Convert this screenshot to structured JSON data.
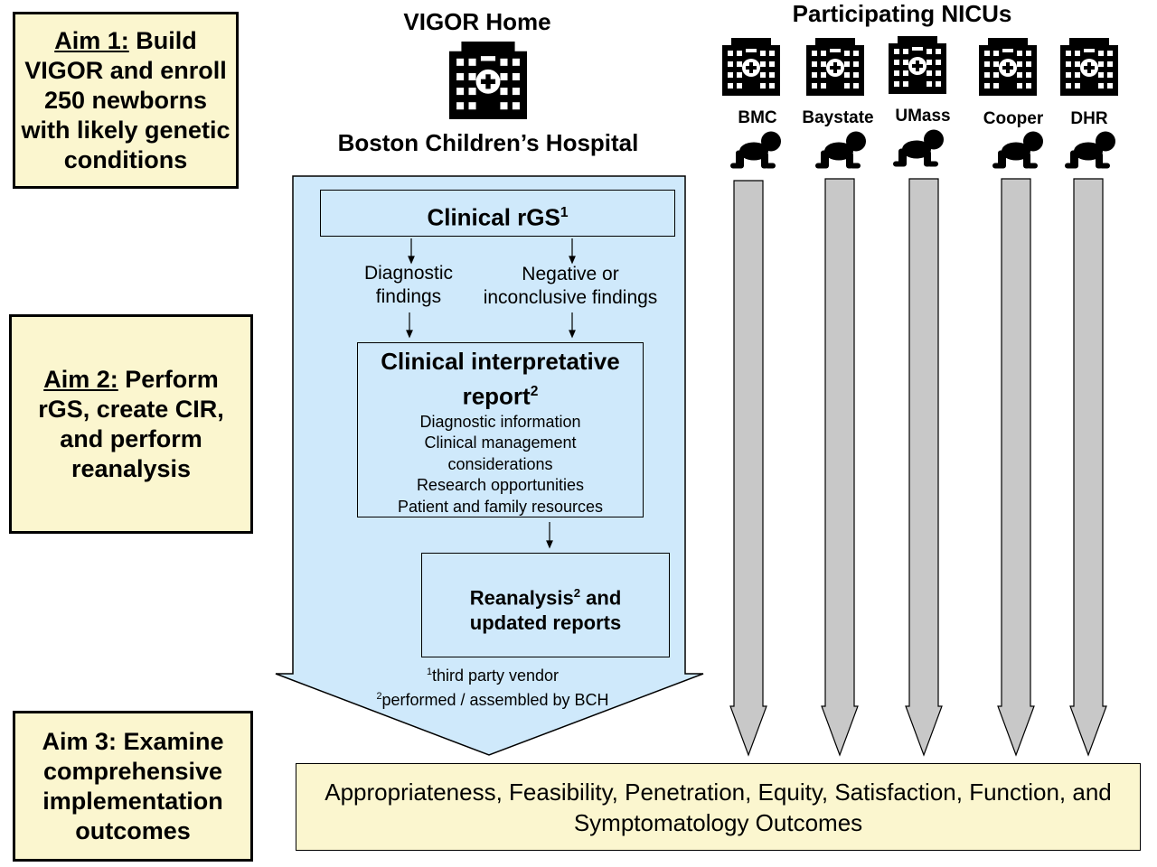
{
  "aims": [
    {
      "label": "Aim 1:",
      "text": "Build VIGOR and enroll 250 newborns with likely genetic conditions"
    },
    {
      "label": "Aim 2:",
      "text": "Perform rGS, create CIR, and perform reanalysis"
    },
    {
      "label": "",
      "text": "Aim 3: Examine comprehensive implementation outcomes"
    }
  ],
  "home": {
    "title": "VIGOR Home",
    "hospital": "Boston Children’s Hospital",
    "icon": "hospital-icon"
  },
  "nicus": {
    "title": "Participating NICUs",
    "sites": [
      "BMC",
      "Baystate",
      "UMass",
      "Cooper",
      "DHR"
    ],
    "site_icon": "hospital-icon",
    "patient_icon": "baby-icon"
  },
  "workflow": {
    "rgs": {
      "title": "Clinical rGS",
      "sup": "1"
    },
    "diagnostic": {
      "line1": "Diagnostic",
      "line2": "findings"
    },
    "negative": {
      "line1": "Negative or",
      "line2": "inconclusive findings"
    },
    "report": {
      "title_line1": "Clinical interpretative",
      "title_line2": "report",
      "title_sup": "2",
      "items": [
        "Diagnostic information",
        "Clinical management",
        "considerations",
        "Research opportunities",
        "Patient and family resources"
      ]
    },
    "reanalysis": {
      "part1": "Reanalysis",
      "sup": "2",
      "part2": " and",
      "line2": "updated reports"
    },
    "footnotes": [
      {
        "sup": "1",
        "text": "third party vendor"
      },
      {
        "sup": "2",
        "text": "performed / assembled by BCH"
      }
    ]
  },
  "outcomes": {
    "line1": "Appropriateness, Feasibility, Penetration, Equity, Satisfaction, Function, and",
    "line2": "Symptomatology Outcomes"
  },
  "colors": {
    "aim_fill": "#fbf6cf",
    "workflow_fill": "#cfe9fb",
    "arrow_fill": "#c8c8c8",
    "outline": "#000000"
  }
}
